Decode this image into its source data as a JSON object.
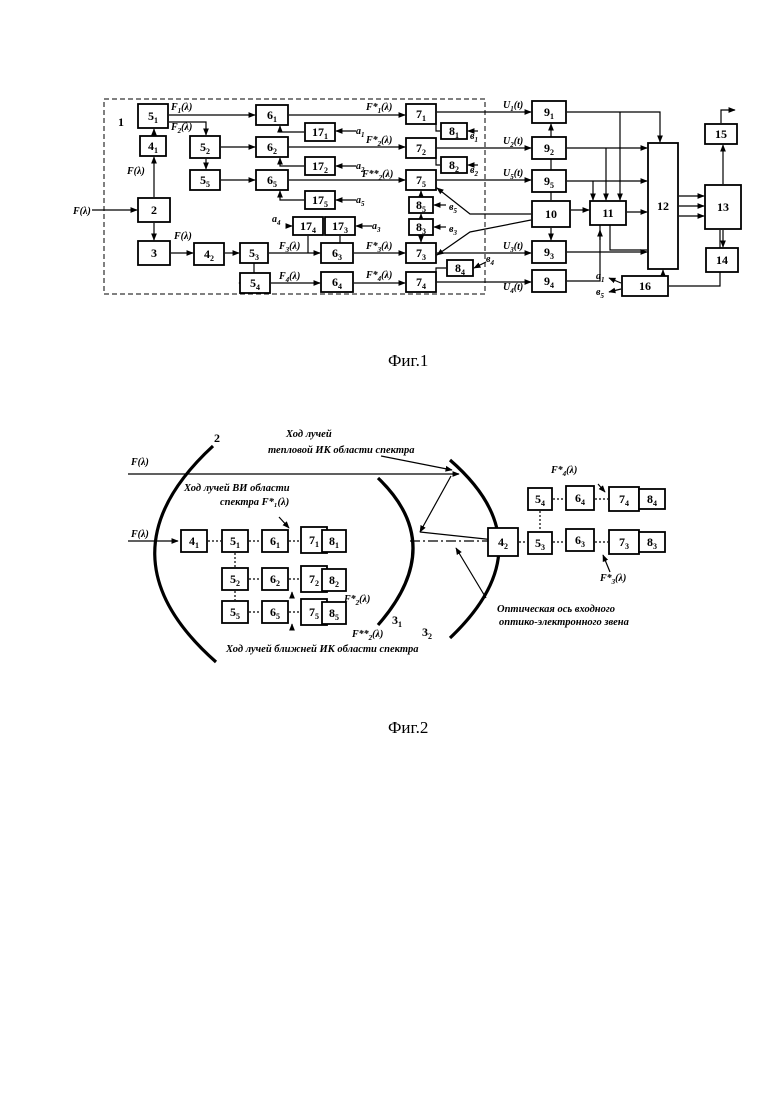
{
  "figures": [
    {
      "caption": "Фиг.1",
      "group_label": "1",
      "blocks": [
        {
          "id": "b5_1",
          "main": "5",
          "sub": "1"
        },
        {
          "id": "b4_1",
          "main": "4",
          "sub": "1"
        },
        {
          "id": "b2",
          "main": "2",
          "sub": ""
        },
        {
          "id": "b3",
          "main": "3",
          "sub": ""
        },
        {
          "id": "b4_2",
          "main": "4",
          "sub": "2"
        },
        {
          "id": "b5_2",
          "main": "5",
          "sub": "2"
        },
        {
          "id": "b5_5",
          "main": "5",
          "sub": "5"
        },
        {
          "id": "b5_3",
          "main": "5",
          "sub": "3"
        },
        {
          "id": "b5_4",
          "main": "5",
          "sub": "4"
        },
        {
          "id": "b6_1",
          "main": "6",
          "sub": "1"
        },
        {
          "id": "b6_2",
          "main": "6",
          "sub": "2"
        },
        {
          "id": "b6_5",
          "main": "6",
          "sub": "5"
        },
        {
          "id": "b6_3",
          "main": "6",
          "sub": "3"
        },
        {
          "id": "b6_4",
          "main": "6",
          "sub": "4"
        },
        {
          "id": "b17_1",
          "main": "17",
          "sub": "1"
        },
        {
          "id": "b17_2",
          "main": "17",
          "sub": "2"
        },
        {
          "id": "b17_5",
          "main": "17",
          "sub": "5"
        },
        {
          "id": "b17_4",
          "main": "17",
          "sub": "4"
        },
        {
          "id": "b17_3",
          "main": "17",
          "sub": "3"
        },
        {
          "id": "b7_1",
          "main": "7",
          "sub": "1"
        },
        {
          "id": "b7_2",
          "main": "7",
          "sub": "2"
        },
        {
          "id": "b7_5",
          "main": "7",
          "sub": "5"
        },
        {
          "id": "b7_3",
          "main": "7",
          "sub": "3"
        },
        {
          "id": "b7_4",
          "main": "7",
          "sub": "4"
        },
        {
          "id": "b8_1",
          "main": "8",
          "sub": "1"
        },
        {
          "id": "b8_2",
          "main": "8",
          "sub": "2"
        },
        {
          "id": "b8_5",
          "main": "8",
          "sub": "5"
        },
        {
          "id": "b8_3",
          "main": "8",
          "sub": "3"
        },
        {
          "id": "b8_4",
          "main": "8",
          "sub": "4"
        },
        {
          "id": "b9_1",
          "main": "9",
          "sub": "1"
        },
        {
          "id": "b9_2",
          "main": "9",
          "sub": "2"
        },
        {
          "id": "b9_5",
          "main": "9",
          "sub": "5"
        },
        {
          "id": "b9_3",
          "main": "9",
          "sub": "3"
        },
        {
          "id": "b9_4",
          "main": "9",
          "sub": "4"
        },
        {
          "id": "b10",
          "main": "10",
          "sub": ""
        },
        {
          "id": "b11",
          "main": "11",
          "sub": ""
        },
        {
          "id": "b12",
          "main": "12",
          "sub": ""
        },
        {
          "id": "b13",
          "main": "13",
          "sub": ""
        },
        {
          "id": "b14",
          "main": "14",
          "sub": ""
        },
        {
          "id": "b15",
          "main": "15",
          "sub": ""
        },
        {
          "id": "b16",
          "main": "16",
          "sub": ""
        }
      ],
      "signals": [
        {
          "id": "s_f_in",
          "main": "F(λ)",
          "sub": ""
        },
        {
          "id": "s_f_up",
          "main": "F(λ)",
          "sub": ""
        },
        {
          "id": "s_f_down",
          "main": "F(λ)",
          "sub": ""
        },
        {
          "id": "s_f1",
          "main": "F",
          "sub": "1",
          "tail": "(λ)"
        },
        {
          "id": "s_f2",
          "main": "F",
          "sub": "2",
          "tail": "(λ)"
        },
        {
          "id": "s_f3",
          "main": "F",
          "sub": "3",
          "tail": "(λ)"
        },
        {
          "id": "s_f4",
          "main": "F",
          "sub": "4",
          "tail": "(λ)"
        },
        {
          "id": "s_fs1",
          "main": "F*",
          "sub": "1",
          "tail": "(λ)"
        },
        {
          "id": "s_fs2",
          "main": "F*",
          "sub": "2",
          "tail": "(λ)"
        },
        {
          "id": "s_fss2",
          "main": "F**",
          "sub": "2",
          "tail": "(λ)"
        },
        {
          "id": "s_fs3",
          "main": "F*",
          "sub": "3",
          "tail": "(λ)"
        },
        {
          "id": "s_fs4",
          "main": "F*",
          "sub": "4",
          "tail": "(λ)"
        },
        {
          "id": "s_a1",
          "main": "a",
          "sub": "1",
          "tail": ""
        },
        {
          "id": "s_a2",
          "main": "a",
          "sub": "2",
          "tail": ""
        },
        {
          "id": "s_a5",
          "main": "a",
          "sub": "5",
          "tail": ""
        },
        {
          "id": "s_a4",
          "main": "a",
          "sub": "4",
          "tail": ""
        },
        {
          "id": "s_a3",
          "main": "a",
          "sub": "3",
          "tail": ""
        },
        {
          "id": "s_v1",
          "main": "в",
          "sub": "1",
          "tail": ""
        },
        {
          "id": "s_v2",
          "main": "в",
          "sub": "2",
          "tail": ""
        },
        {
          "id": "s_v5",
          "main": "в",
          "sub": "5",
          "tail": ""
        },
        {
          "id": "s_v3",
          "main": "в",
          "sub": "3",
          "tail": ""
        },
        {
          "id": "s_v4",
          "main": "в",
          "sub": "4",
          "tail": ""
        },
        {
          "id": "s_u1",
          "main": "U",
          "sub": "1",
          "tail": "(t)"
        },
        {
          "id": "s_u2",
          "main": "U",
          "sub": "2",
          "tail": "(t)"
        },
        {
          "id": "s_u5",
          "main": "U",
          "sub": "5",
          "tail": "(t)"
        },
        {
          "id": "s_u3",
          "main": "U",
          "sub": "3",
          "tail": "(t)"
        },
        {
          "id": "s_u4",
          "main": "U",
          "sub": "4",
          "tail": "(t)"
        },
        {
          "id": "s_a1b",
          "main": "a",
          "sub": "1",
          "tail": ""
        },
        {
          "id": "s_v5b",
          "main": "в",
          "sub": "5",
          "tail": ""
        }
      ]
    },
    {
      "caption": "Фиг.2",
      "mirror_labels": [
        {
          "id": "m2",
          "main": "2",
          "sub": ""
        },
        {
          "id": "m3_1",
          "main": "3",
          "sub": "1"
        },
        {
          "id": "m3_2",
          "main": "3",
          "sub": "2"
        }
      ],
      "notes": [
        {
          "id": "n_thermal_1",
          "text": "Ход лучей"
        },
        {
          "id": "n_thermal_2",
          "text": "тепловой ИК области спектра"
        },
        {
          "id": "n_vis_1",
          "text": "Ход лучей ВИ области"
        },
        {
          "id": "n_vis_2",
          "text": "спектра  F*₁(λ)"
        },
        {
          "id": "n_nir",
          "text": "Ход лучей ближней ИК области спектра"
        },
        {
          "id": "n_axis_1",
          "text": "Оптическая ось входного"
        },
        {
          "id": "n_axis_2",
          "text": "оптико-электронного звена"
        }
      ],
      "signals": [
        {
          "id": "t_f_top",
          "main": "F(λ)",
          "sub": "",
          "tail": ""
        },
        {
          "id": "t_f_axis",
          "main": "F(λ)",
          "sub": "",
          "tail": ""
        },
        {
          "id": "t_fs2",
          "main": "F*",
          "sub": "2",
          "tail": "(λ)"
        },
        {
          "id": "t_fss2",
          "main": "F**",
          "sub": "2",
          "tail": "(λ)"
        },
        {
          "id": "t_fs4",
          "main": "F*",
          "sub": "4",
          "tail": "(λ)"
        },
        {
          "id": "t_fs3",
          "main": "F*",
          "sub": "3",
          "tail": "(λ)"
        }
      ],
      "blocks": [
        {
          "id": "c4_1",
          "main": "4",
          "sub": "1"
        },
        {
          "id": "c5_1",
          "main": "5",
          "sub": "1"
        },
        {
          "id": "c6_1",
          "main": "6",
          "sub": "1"
        },
        {
          "id": "c7_1",
          "main": "7",
          "sub": "1"
        },
        {
          "id": "c8_1",
          "main": "8",
          "sub": "1"
        },
        {
          "id": "c5_2",
          "main": "5",
          "sub": "2"
        },
        {
          "id": "c6_2",
          "main": "6",
          "sub": "2"
        },
        {
          "id": "c7_2",
          "main": "7",
          "sub": "2"
        },
        {
          "id": "c8_2",
          "main": "8",
          "sub": "2"
        },
        {
          "id": "c5_5",
          "main": "5",
          "sub": "5"
        },
        {
          "id": "c6_5",
          "main": "6",
          "sub": "5"
        },
        {
          "id": "c7_5",
          "main": "7",
          "sub": "5"
        },
        {
          "id": "c8_5",
          "main": "8",
          "sub": "5"
        },
        {
          "id": "c4_2",
          "main": "4",
          "sub": "2"
        },
        {
          "id": "c5_3",
          "main": "5",
          "sub": "3"
        },
        {
          "id": "c6_3",
          "main": "6",
          "sub": "3"
        },
        {
          "id": "c7_3",
          "main": "7",
          "sub": "3"
        },
        {
          "id": "c8_3",
          "main": "8",
          "sub": "3"
        },
        {
          "id": "c5_4",
          "main": "5",
          "sub": "4"
        },
        {
          "id": "c6_4",
          "main": "6",
          "sub": "4"
        },
        {
          "id": "c7_4",
          "main": "7",
          "sub": "4"
        },
        {
          "id": "c8_4",
          "main": "8",
          "sub": "4"
        }
      ]
    }
  ]
}
